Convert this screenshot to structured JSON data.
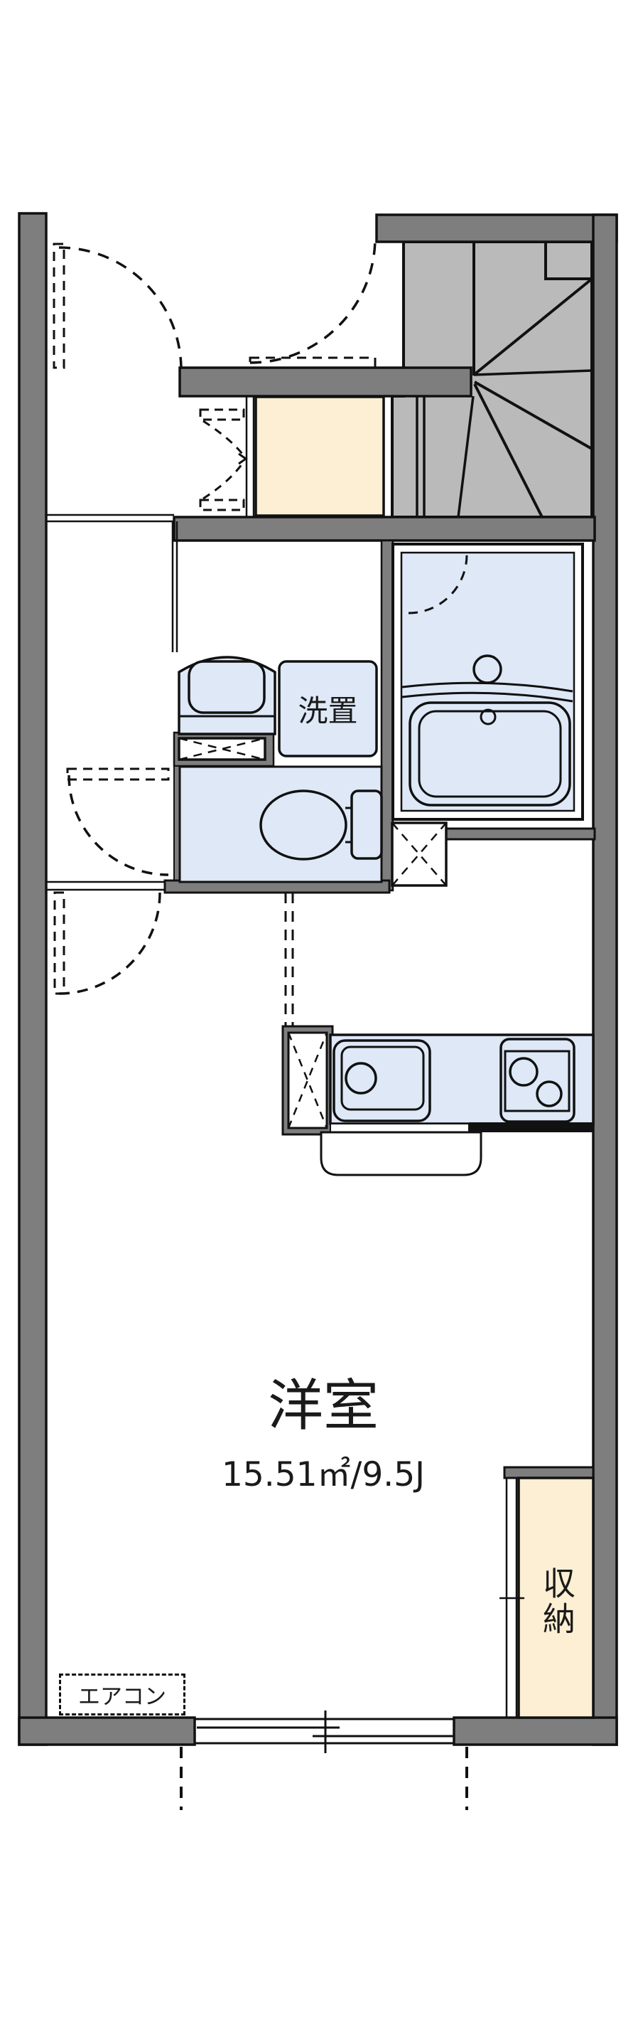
{
  "plan": {
    "rooms": {
      "main_room": {
        "name": "洋室",
        "area": "15.51㎡/9.5J"
      },
      "washing_machine_space": {
        "label": "洗置"
      },
      "closet": {
        "label": "収納"
      },
      "air_conditioner": {
        "label": "エアコン"
      }
    },
    "colors": {
      "wall": "#7E7E7E",
      "stairs": "#BABABA",
      "fixture_blue": "#DEE8F7",
      "entrance_beige": "#FCEFD3",
      "line": "#111111",
      "background": "#FFFFFF"
    }
  }
}
